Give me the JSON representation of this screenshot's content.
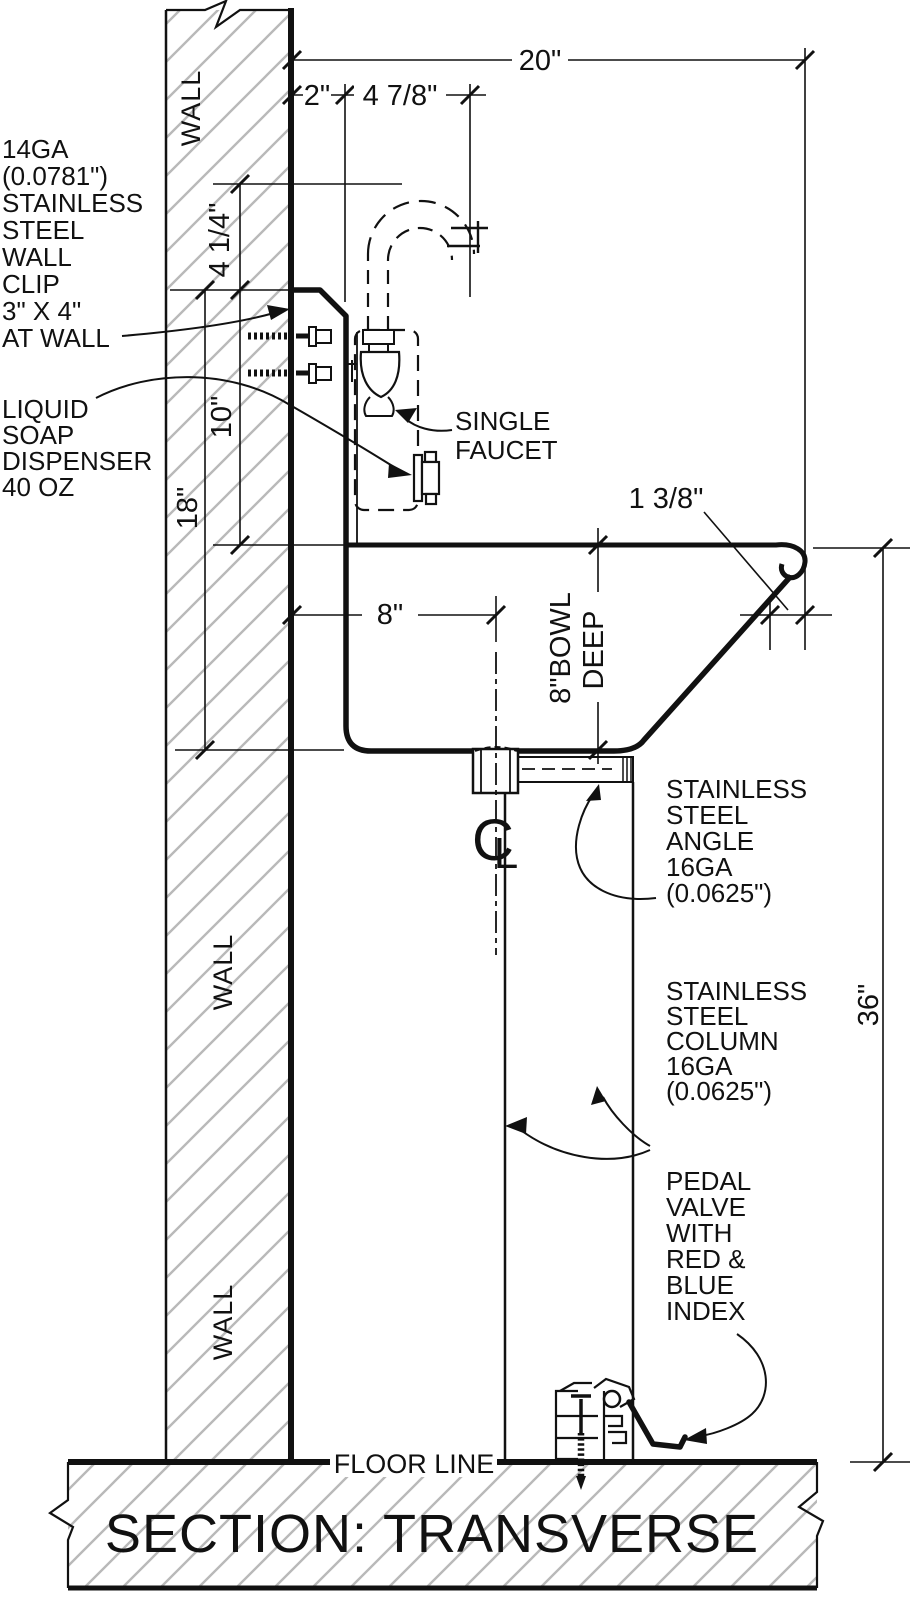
{
  "drawing": {
    "title": "SECTION: TRANSVERSE",
    "floor_line": "FLOOR LINE",
    "wall": "WALL",
    "dims": {
      "overall_width": "20\"",
      "clip_setback": "2\"",
      "faucet_projection": "4 7/8\"",
      "clip_height": "4 1/4\"",
      "clip_to_rim": "10\"",
      "clip_to_bowl_bottom": "18\"",
      "drain_setback": "8\"",
      "bowl_depth_line1": "8\"BOWL",
      "bowl_depth_line2": "DEEP",
      "rim_roll": "1 3/8\"",
      "rim_height": "36\""
    },
    "notes": {
      "wall_clip": [
        "14GA",
        "(0.0781\")",
        "STAINLESS",
        "STEEL",
        "WALL",
        "CLIP",
        "3\" X 4\"",
        "AT WALL"
      ],
      "soap_dispenser": [
        "LIQUID",
        "SOAP",
        "DISPENSER",
        "40 OZ"
      ],
      "faucet": [
        "SINGLE",
        "FAUCET"
      ],
      "angle": [
        "STAINLESS",
        "STEEL",
        "ANGLE",
        "16GA",
        "(0.0625\")"
      ],
      "column": [
        "STAINLESS",
        "STEEL",
        "COLUMN",
        "16GA",
        "(0.0625\")"
      ],
      "pedal_valve": [
        "PEDAL",
        "VALVE",
        "WITH",
        "RED &",
        "BLUE",
        "INDEX"
      ],
      "centerline_c": "C",
      "centerline_l": "L"
    },
    "colors": {
      "line": "#111111",
      "hatch": "#b9b9b9",
      "background": "#ffffff"
    }
  }
}
